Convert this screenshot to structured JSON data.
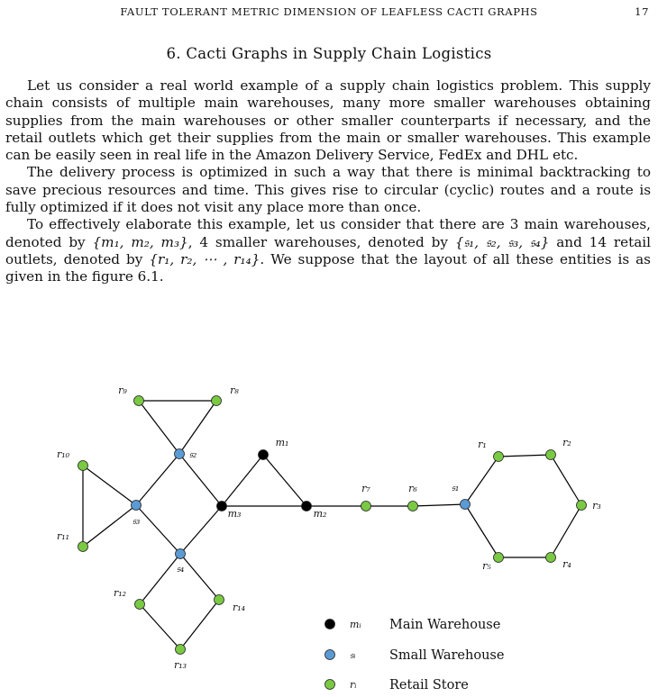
{
  "header": {
    "running_title": "FAULT TOLERANT METRIC DIMENSION OF LEAFLESS CACTI GRAPHS",
    "page_number": "17"
  },
  "section": {
    "title": "6. Cacti Graphs in Supply Chain Logistics"
  },
  "paragraphs": {
    "p1": "Let us consider a real world example of a supply chain logistics problem. This supply chain consists of multiple main warehouses, many more smaller warehouses obtaining supplies from the main warehouses or other smaller counterparts if necessary, and the retail outlets which get their supplies from the main or smaller warehouses. This example can be easily seen in real life in the Amazon Delivery Service, FedEx and DHL etc.",
    "p2": "The delivery process is optimized in such a way that there is minimal backtracking to save precious resources and time. This gives rise to circular (cyclic) routes and a route is fully optimized if it does not visit any place more than once.",
    "p3_a": "To effectively elaborate this example, let us consider that there are 3 main warehouses, denoted by ",
    "p3_m": "{m₁, m₂, m₃}",
    "p3_b": ", 4 smaller warehouses, denoted by ",
    "p3_s": "{𝔰₁, 𝔰₂, 𝔰₃, 𝔰₄}",
    "p3_c": " and 14 retail outlets, denoted by ",
    "p3_r": "{r₁, r₂, ⋯ , r₁₄}",
    "p3_d": ". We suppose that the layout of all these entities is as given in the figure 6.1."
  },
  "figure": {
    "colors": {
      "main": "#000000",
      "small": "#5b9bd5",
      "retail": "#7ac943",
      "edge": "#000000"
    },
    "node_labels": {
      "m1": "m₁",
      "m2": "m₂",
      "m3": "m₃",
      "s1": "𝔰₁",
      "s2": "𝔰₂",
      "s3": "𝔰₃",
      "s4": "𝔰₄",
      "r1": "r₁",
      "r2": "r₂",
      "r3": "r₃",
      "r4": "r₄",
      "r5": "r₅",
      "r6": "r₆",
      "r7": "r₇",
      "r8": "r₈",
      "r9": "r₉",
      "r10": "r₁₀",
      "r11": "r₁₁",
      "r12": "r₁₂",
      "r13": "r₁₃",
      "r14": "r₁₄"
    },
    "legend": [
      {
        "symbol": "mᵢ",
        "label": "Main Warehouse",
        "color": "#000000"
      },
      {
        "symbol": "𝔰ᵢ",
        "label": "Small Warehouse",
        "color": "#5b9bd5"
      },
      {
        "symbol": "rᵢ",
        "label": "Retail Store",
        "color": "#7ac943"
      }
    ]
  }
}
